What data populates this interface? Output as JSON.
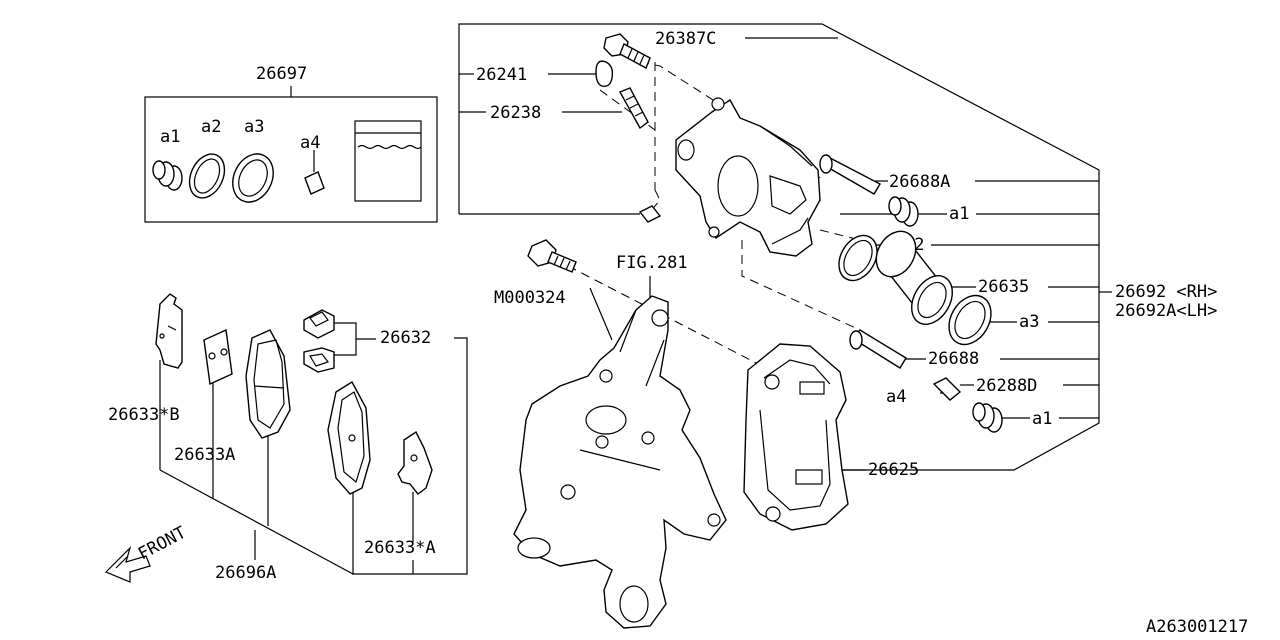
{
  "labels": {
    "kit": "26697",
    "a1_kit": "a1",
    "a2_kit": "a2",
    "a3_kit": "a3",
    "a4_kit": "a4",
    "bolt_top": "26387C",
    "cap": "26241",
    "bleeder": "26238",
    "guide_pin_a": "26688A",
    "a1_right_top": "a1",
    "a2_right": "a2",
    "piston": "26635",
    "a3_right": "a3",
    "caliper_rh": "26692 <RH>",
    "caliper_lh": "26692A<LH>",
    "guide_pin": "26688",
    "a4_right": "a4",
    "pin_boot": "26288D",
    "a1_right_bottom": "a1",
    "support": "26625",
    "fig_ref": "FIG.281",
    "bolt_m": "M000324",
    "clip": "26632",
    "shim_b": "26633*B",
    "shim_a_left": "26633A",
    "pad_kit": "26696A",
    "shim_a_right": "26633*A",
    "front": "FRONT",
    "drawing_id": "A263001217"
  }
}
